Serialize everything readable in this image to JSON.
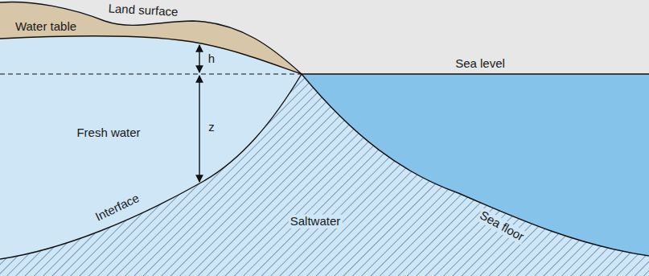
{
  "diagram": {
    "labels": [
      "Land surface",
      "Water table",
      "h",
      "Sea level",
      "z",
      "Fresh water",
      "Interface",
      "Saltwater",
      "Sea floor"
    ]
  }
}
